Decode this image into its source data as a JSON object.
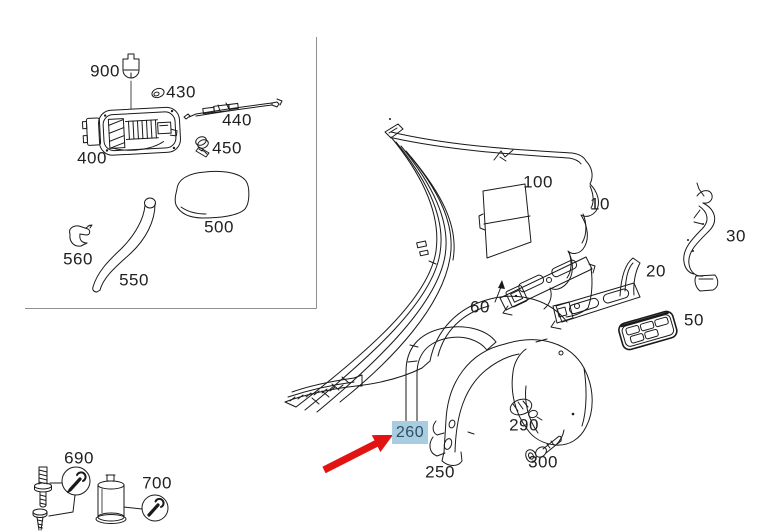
{
  "diagram": {
    "background": "#ffffff",
    "line_color": "#1a1a1a",
    "panel_border_color": "#8f8f8f",
    "highlight_bg": "#a8cde0",
    "highlight_text": "#2d4f63",
    "arrow_color": "#e21313"
  },
  "parts": {
    "p10": "10",
    "p20": "20",
    "p30": "30",
    "p50": "50",
    "p60": "60",
    "p100": "100",
    "p250": "250",
    "p260": "260",
    "p290": "290",
    "p300": "300",
    "p400": "400",
    "p430": "430",
    "p440": "440",
    "p450": "450",
    "p500": "500",
    "p550": "550",
    "p560": "560",
    "p690": "690",
    "p700": "700",
    "p900": "900"
  },
  "icons": {
    "wrench": "wrench-icon (tool note circle)",
    "selection_pointer": "red-arrow-icon"
  }
}
